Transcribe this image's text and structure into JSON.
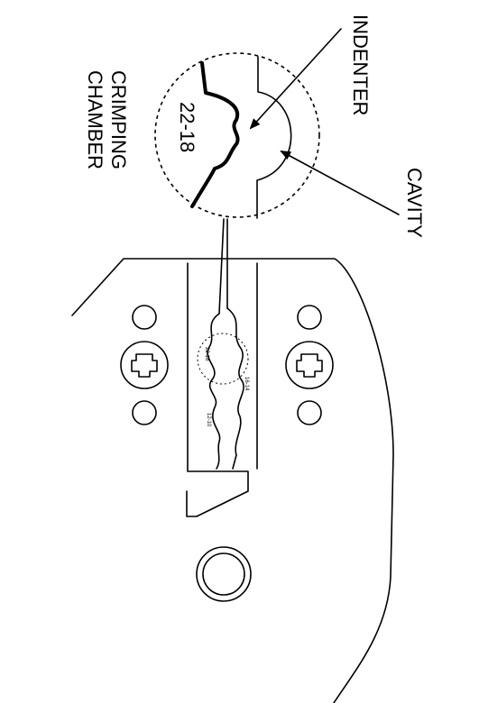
{
  "labels": {
    "indenter": "INDENTER",
    "cavity": "CAVITY",
    "crimping_chamber_line1": "CRIMPING",
    "crimping_chamber_line2": "CHAMBER",
    "wire_gauge": "22-18"
  }
}
